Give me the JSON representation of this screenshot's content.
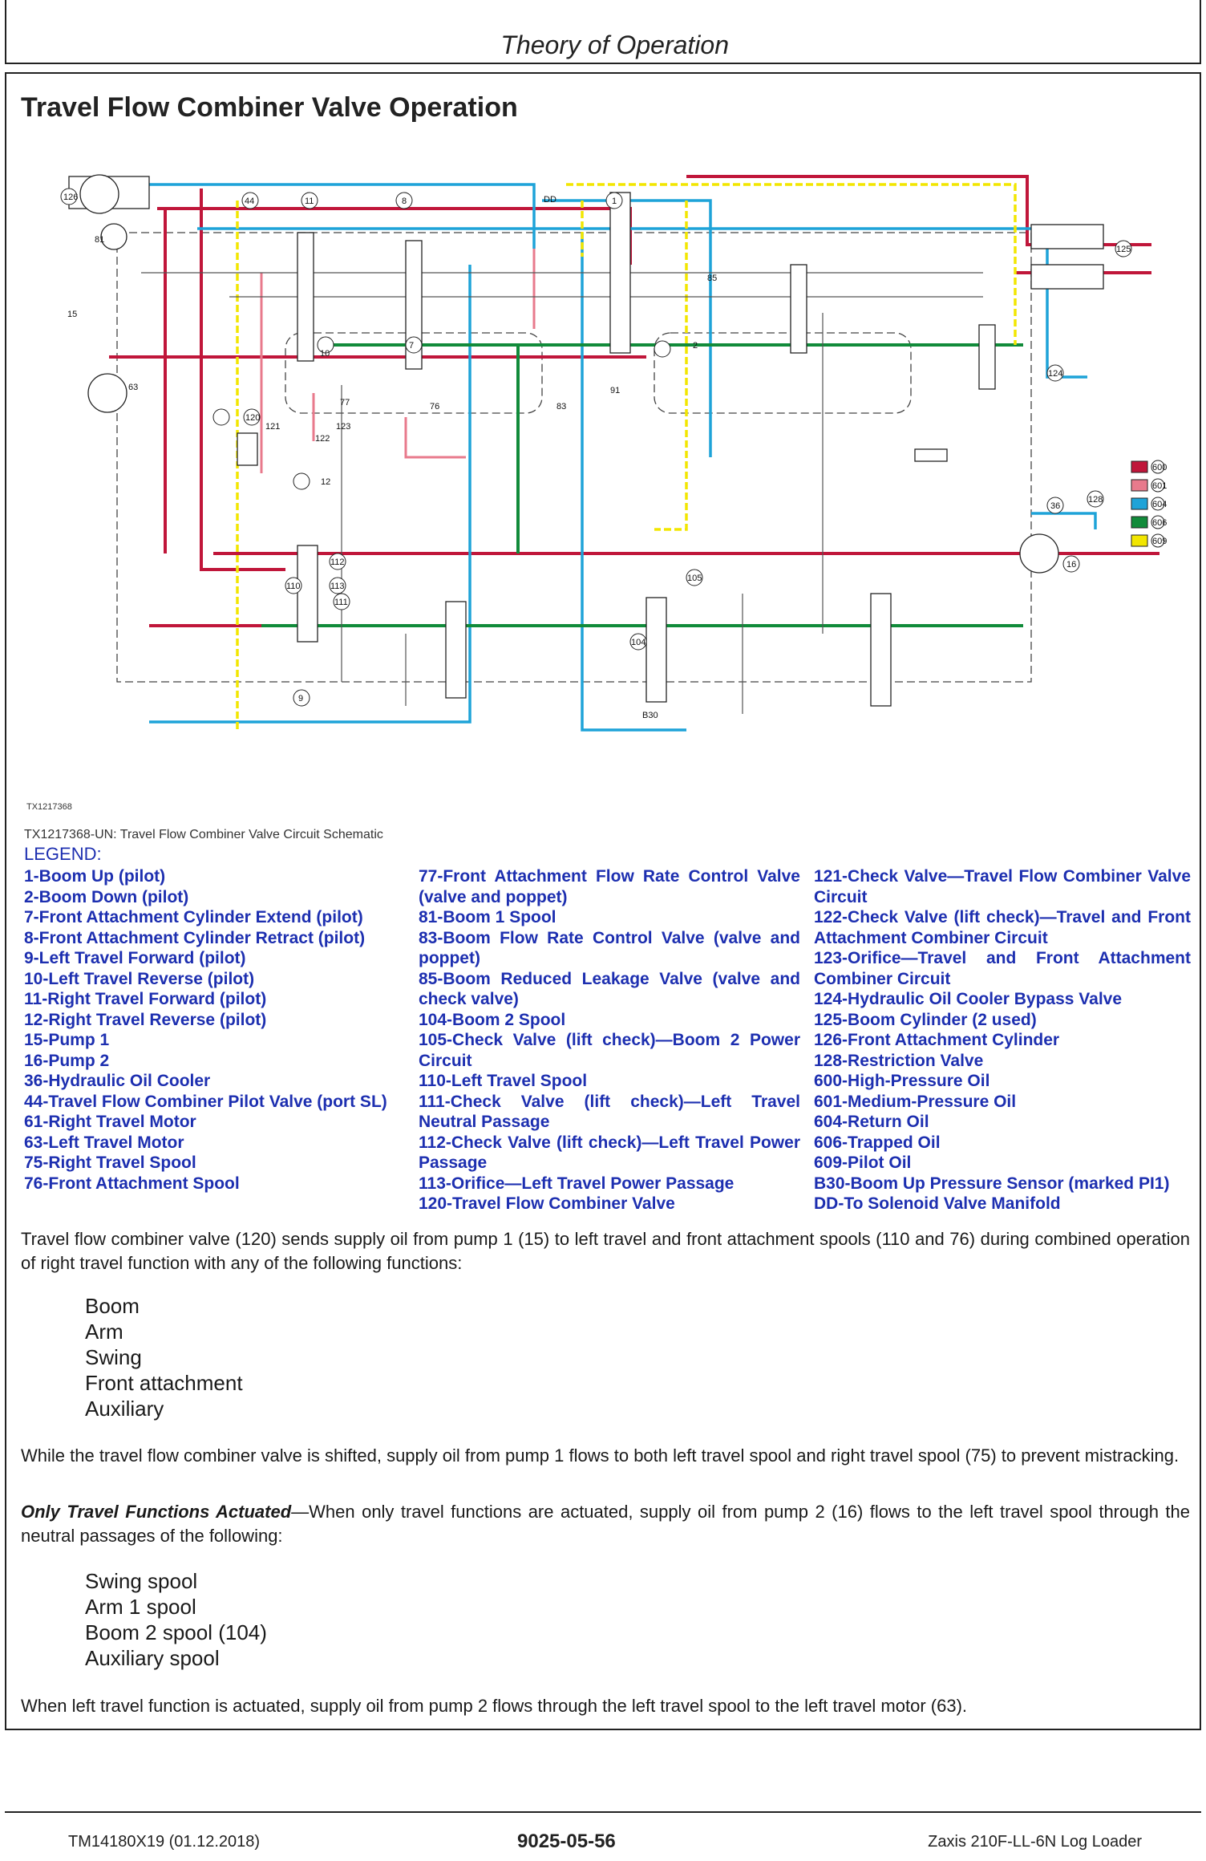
{
  "header": {
    "title": "Theory of Operation"
  },
  "page_title": "Travel Flow Combiner Valve Operation",
  "figure": {
    "tx_id": "TX1217368",
    "caption": "TX1217368-UN: Travel Flow Combiner Valve Circuit Schematic",
    "callouts": [
      "126",
      "81",
      "15",
      "44",
      "11",
      "8",
      "1",
      "DD",
      "85",
      "83",
      "91",
      "77",
      "76",
      "120",
      "121",
      "123",
      "122",
      "12",
      "7",
      "2",
      "36",
      "128",
      "16",
      "63",
      "110",
      "111",
      "112",
      "113",
      "105",
      "104",
      "B30",
      "9",
      "10",
      "124",
      "125"
    ],
    "line_legend": [
      {
        "code": "600",
        "color": "#c0163a"
      },
      {
        "code": "601",
        "color": "#e87a8c"
      },
      {
        "code": "604",
        "color": "#1ea3d8"
      },
      {
        "code": "606",
        "color": "#118b3a"
      },
      {
        "code": "609",
        "color": "#f2e600"
      }
    ]
  },
  "legend": {
    "title": "LEGEND:",
    "col1": [
      "1-Boom Up (pilot)",
      "2-Boom Down (pilot)",
      "7-Front Attachment Cylinder Extend (pilot)",
      "8-Front Attachment Cylinder Retract (pilot)",
      "9-Left Travel Forward (pilot)",
      "10-Left Travel Reverse (pilot)",
      "11-Right Travel Forward (pilot)",
      "12-Right Travel Reverse (pilot)",
      "15-Pump 1",
      "16-Pump 2",
      "36-Hydraulic Oil Cooler",
      "44-Travel Flow Combiner Pilot Valve (port SL)",
      "61-Right Travel Motor",
      "63-Left Travel Motor",
      "75-Right Travel Spool",
      "76-Front Attachment Spool"
    ],
    "col2": [
      "77-Front Attachment Flow Rate Control Valve (valve and poppet)",
      "81-Boom 1 Spool",
      "83-Boom Flow Rate Control Valve (valve and poppet)",
      "85-Boom Reduced Leakage Valve (valve and check valve)",
      "104-Boom 2 Spool",
      "105-Check Valve (lift check)—Boom 2 Power Circuit",
      "110-Left Travel Spool",
      "111-Check Valve (lift check)—Left Travel Neutral Passage",
      "112-Check Valve (lift check)—Left Travel Power Passage",
      "113-Orifice—Left Travel Power Passage",
      "120-Travel Flow Combiner Valve"
    ],
    "col3": [
      "121-Check Valve—Travel Flow Combiner Valve Circuit",
      "122-Check Valve (lift check)—Travel and Front Attachment Combiner Circuit",
      "123-Orifice—Travel and Front Attachment Combiner Circuit",
      "124-Hydraulic Oil Cooler Bypass Valve",
      "125-Boom Cylinder (2 used)",
      "126-Front Attachment Cylinder",
      "128-Restriction Valve",
      "600-High-Pressure Oil",
      "601-Medium-Pressure Oil",
      "604-Return Oil",
      "606-Trapped Oil",
      "609-Pilot Oil",
      "B30-Boom Up Pressure Sensor (marked PI1)",
      "DD-To Solenoid Valve Manifold"
    ]
  },
  "body": {
    "para1": "Travel flow combiner valve (120) sends supply oil from pump 1 (15) to left travel and front attachment spools (110 and 76) during combined operation of right travel function with any of the following functions:",
    "list1": [
      "Boom",
      "Arm",
      "Swing",
      "Front attachment",
      "Auxiliary"
    ],
    "para2": "While the travel flow combiner valve is shifted, supply oil from pump 1 flows to both left travel spool and right travel spool (75) to prevent mistracking.",
    "para3_lead": "Only Travel Functions Actuated",
    "para3_rest": "—When only travel functions are actuated, supply oil from pump 2 (16) flows to the left travel spool through the neutral passages of the following:",
    "list2": [
      "Swing spool",
      "Arm 1 spool",
      "Boom 2 spool (104)",
      "Auxiliary spool"
    ],
    "para4": "When left travel function is actuated, supply oil from pump 2 flows through the left travel spool to the left travel motor (63)."
  },
  "footer": {
    "doc_id": "TM14180X19 (01.12.2018)",
    "page_number": "9025-05-56",
    "model": "Zaxis 210F-LL-6N Log Loader"
  }
}
